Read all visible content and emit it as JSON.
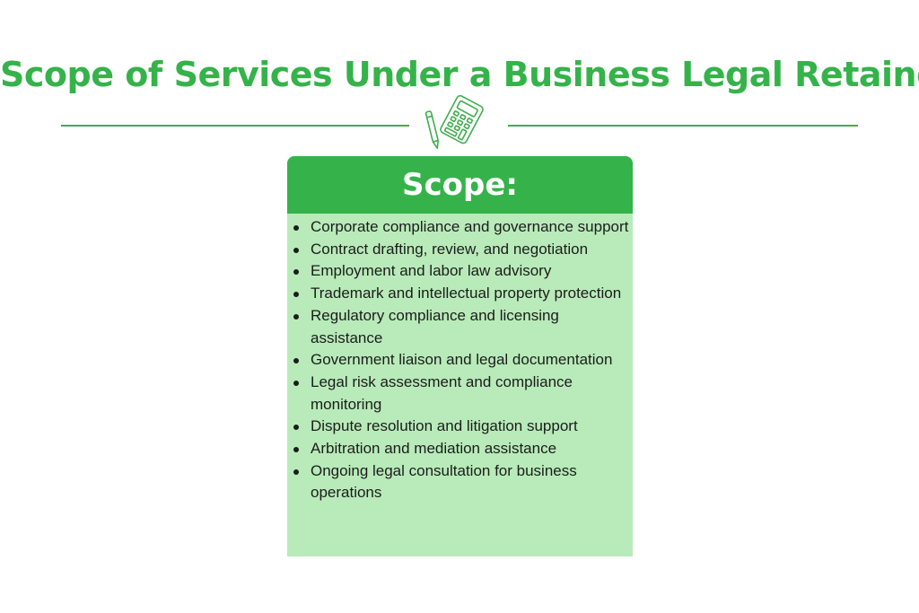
{
  "page": {
    "title": "Scope of Services Under a Business Legal Retainer",
    "divider_icon": "calculator-pen-icon",
    "accent_color": "#35b34a",
    "panel_color": "#b8ebb9"
  },
  "card": {
    "title": "Scope:",
    "items": [
      "Corporate compliance and governance support",
      "Contract drafting, review, and negotiation",
      "Employment and labor law advisory",
      "Trademark and intellectual property protection",
      "Regulatory compliance and licensing assistance",
      "Government liaison and legal documentation",
      "Legal risk assessment and compliance monitoring",
      "Dispute resolution and litigation support",
      "Arbitration and mediation assistance",
      "Ongoing legal consultation for business operations"
    ]
  }
}
